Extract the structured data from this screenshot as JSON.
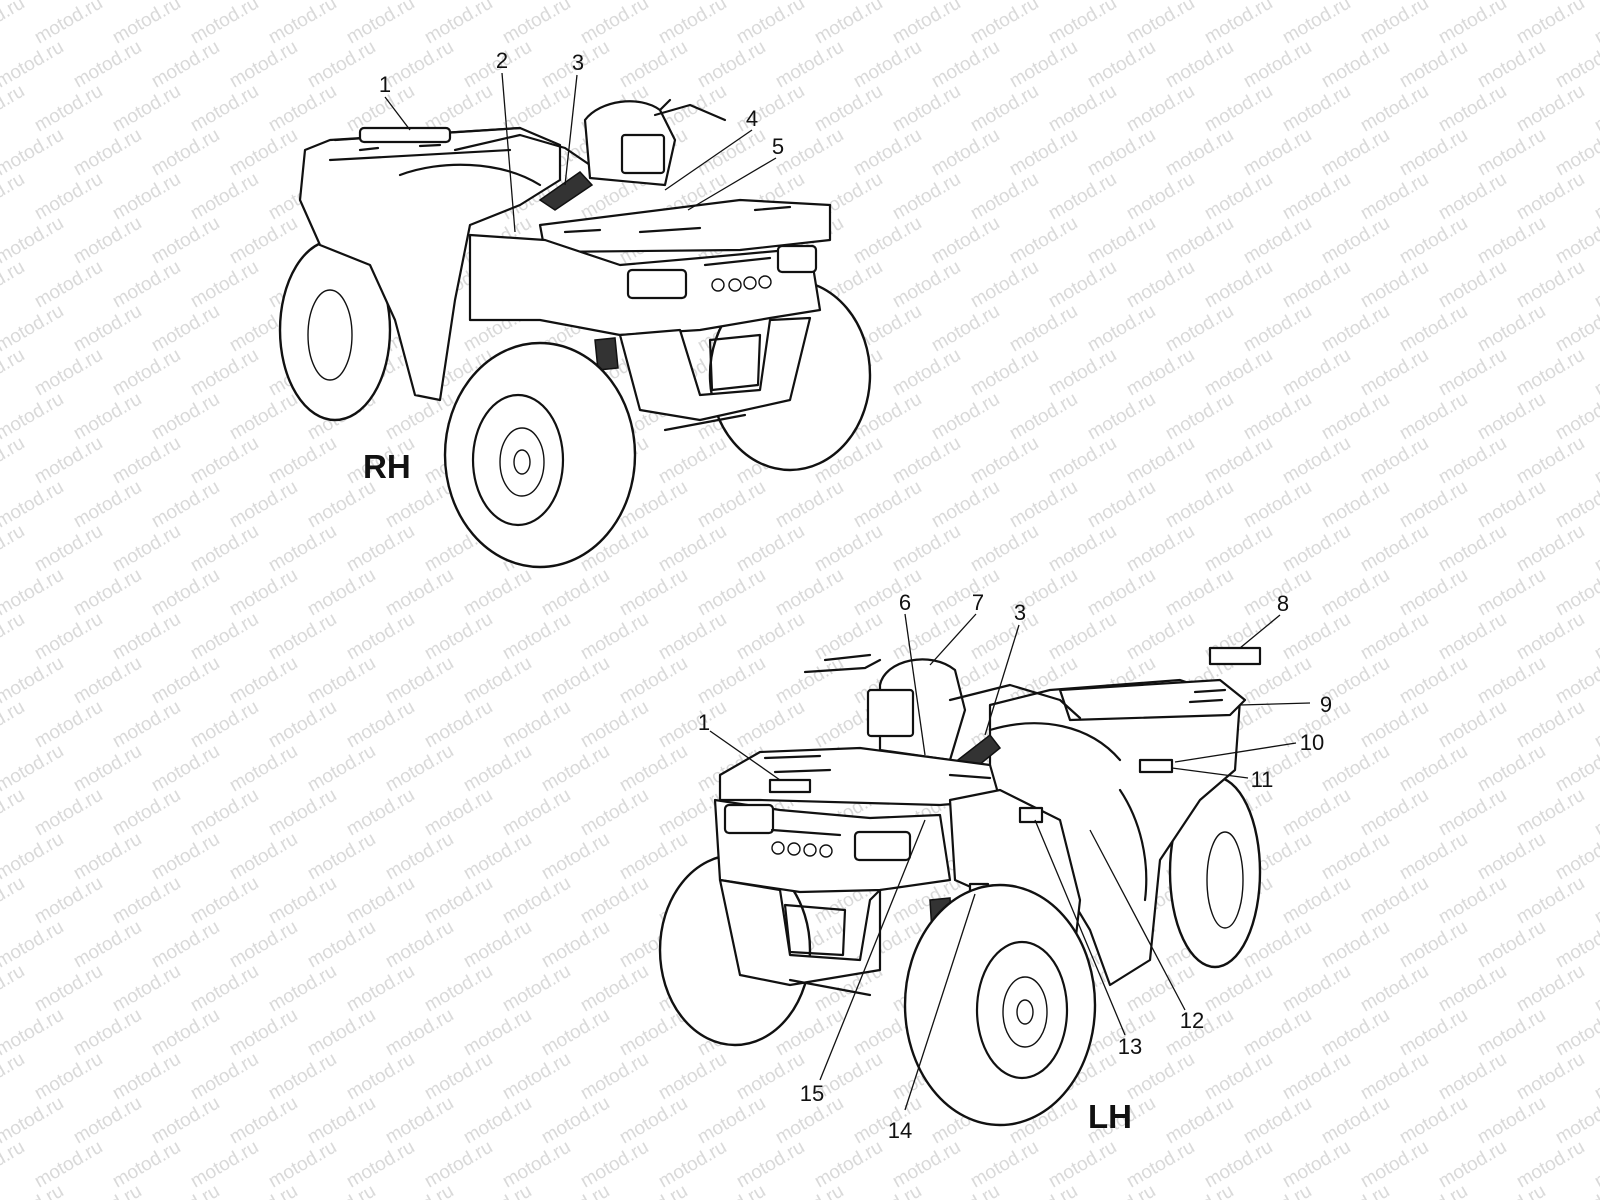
{
  "watermark": {
    "text": "motod.ru"
  },
  "views": [
    {
      "id": "rh",
      "label": "RH"
    },
    {
      "id": "lh",
      "label": "LH"
    }
  ],
  "callouts": {
    "rh": [
      "1",
      "2",
      "3",
      "4",
      "5"
    ],
    "lh": [
      "1",
      "3",
      "6",
      "7",
      "8",
      "9",
      "10",
      "11",
      "12",
      "13",
      "14",
      "15"
    ]
  },
  "colors": {
    "line": "#111111",
    "watermark": "#d9d9d9",
    "background": "#ffffff"
  }
}
